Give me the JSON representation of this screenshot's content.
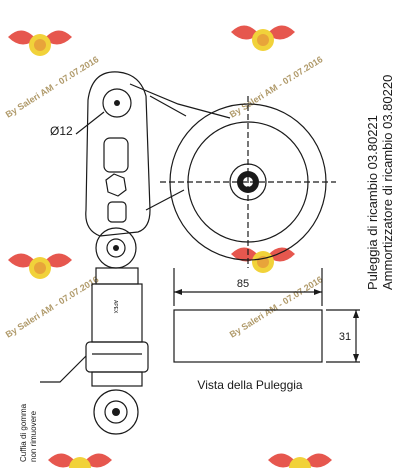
{
  "watermark": {
    "text": "By Saleri AM - 07.07.2016",
    "colors": {
      "wing": "#e23a2f",
      "badge": "#f1d23a",
      "text": "#b09a6a"
    }
  },
  "part_labels": {
    "pulley_replacement": "Puleggia di ricambio 03.80221",
    "tensioner_replacement": "Ammortizzatore di ricambio 03.80220",
    "boot_line1": "Cuffia di gomma",
    "boot_line2": "non rimuovere",
    "pulley_view": "Vista della Puleggia"
  },
  "dimensions": {
    "diameter": "Ø12",
    "width": "85",
    "height": "31"
  }
}
